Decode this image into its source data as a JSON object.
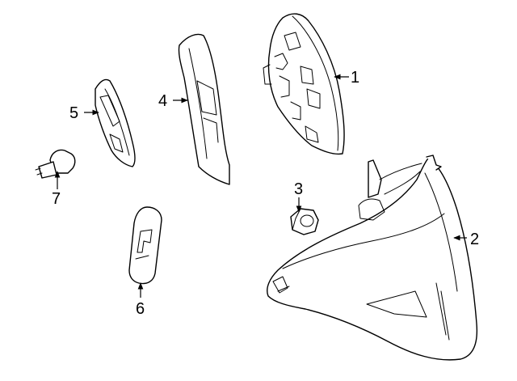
{
  "diagram": {
    "callouts": [
      {
        "id": "1",
        "label": "1"
      },
      {
        "id": "2",
        "label": "2"
      },
      {
        "id": "3",
        "label": "3"
      },
      {
        "id": "4",
        "label": "4"
      },
      {
        "id": "5",
        "label": "5"
      },
      {
        "id": "6",
        "label": "6"
      },
      {
        "id": "7",
        "label": "7"
      }
    ],
    "line_color": "#000000",
    "background_color": "#ffffff"
  }
}
